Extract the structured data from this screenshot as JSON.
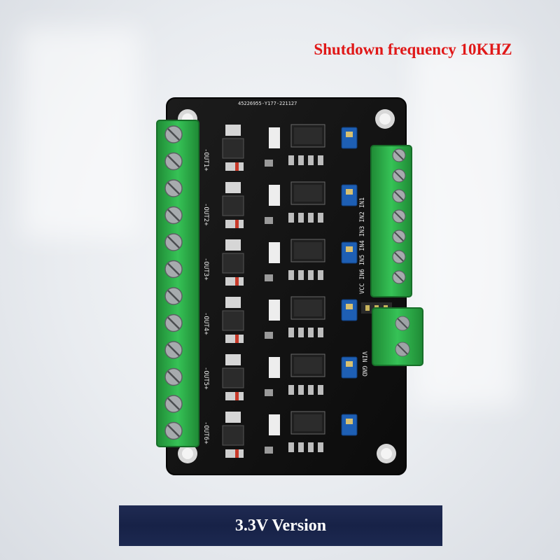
{
  "headline": "Shutdown frequency 10KHZ",
  "banner": "3.3V Version",
  "board": {
    "serial": "45226955-Y177-221127",
    "output_labels": [
      "-OUT1+",
      "-OUT2+",
      "-OUT3+",
      "-OUT4+",
      "-OUT5+",
      "-OUT6+"
    ],
    "input_label": "VCC IN6 IN5 IN4 IN3 IN2 IN1",
    "power_label": "VIN GND",
    "colors": {
      "pcb": "#121212",
      "terminal": "#2fb04a",
      "jumper": "#1e5fb4",
      "headline": "#e01818",
      "banner": "#1c2850"
    }
  }
}
